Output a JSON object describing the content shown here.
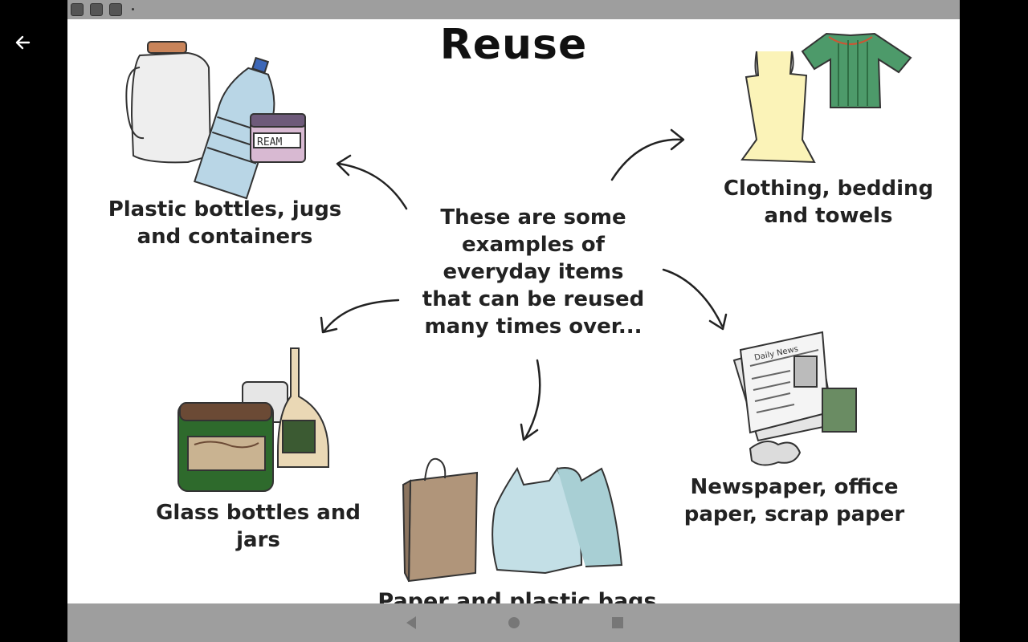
{
  "status_bar": {
    "icons": [
      "notification-icon",
      "notification-icon",
      "notification-icon"
    ]
  },
  "nav": {
    "back_icon": "arrow-left-icon",
    "home_icon": "home-circle-icon",
    "recents_icon": "recents-square-icon",
    "back_nav_icon": "triangle-back-icon"
  },
  "slide": {
    "title": "Reuse",
    "center_lines": [
      "These are some",
      "examples of",
      "everyday items",
      "that can be reused",
      "many times over..."
    ],
    "items": {
      "plastic": [
        "Plastic bottles, jugs",
        "and containers"
      ],
      "clothing": [
        "Clothing, bedding",
        "and towels"
      ],
      "glass": [
        "Glass bottles and",
        "jars"
      ],
      "newspaper": [
        "Newspaper, office",
        "paper, scrap paper"
      ],
      "bags": "Paper and plastic bags"
    },
    "cream_label": "REAM",
    "newspaper_label": "Daily News"
  }
}
